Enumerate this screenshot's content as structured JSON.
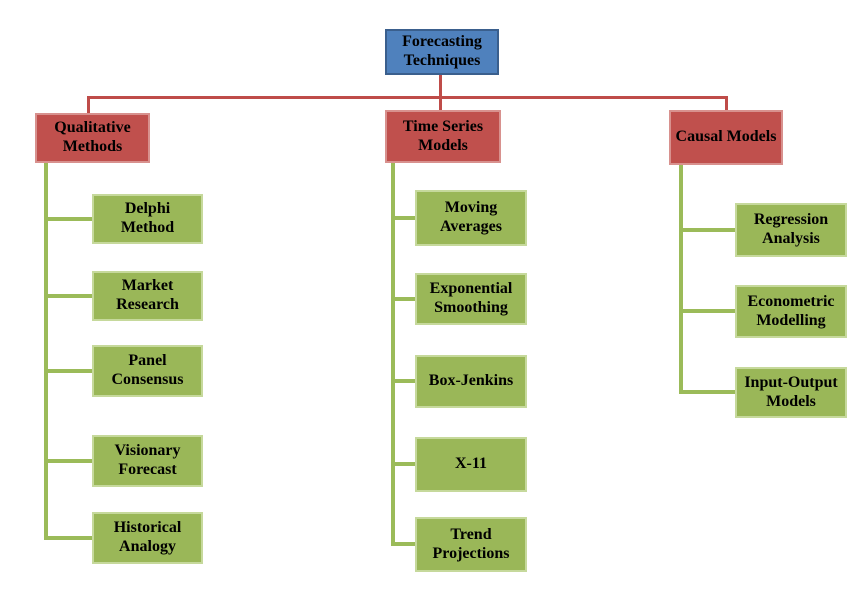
{
  "diagram": {
    "root": {
      "label": "Forecasting Techniques"
    },
    "branches": [
      {
        "label": "Qualitative Methods",
        "children": [
          "Delphi Method",
          "Market Research",
          "Panel Consensus",
          "Visionary Forecast",
          "Historical Analogy"
        ]
      },
      {
        "label": "Time Series Models",
        "children": [
          "Moving Averages",
          "Exponential Smoothing",
          "Box-Jenkins",
          "X-11",
          "Trend Projections"
        ]
      },
      {
        "label": "Causal Models",
        "children": [
          "Regression Analysis",
          "Econometric Modelling",
          "Input-Output Models"
        ]
      }
    ],
    "colors": {
      "root_fill": "#4f81bd",
      "root_border": "#3a5f8d",
      "branch_fill": "#c0504d",
      "branch_border": "#d8918e",
      "leaf_fill": "#9ab758",
      "leaf_border": "#c6d99c",
      "red_connector": "#bf4c49",
      "green_connector": "#9bbb59",
      "text": "#000000",
      "background": "#ffffff"
    }
  }
}
